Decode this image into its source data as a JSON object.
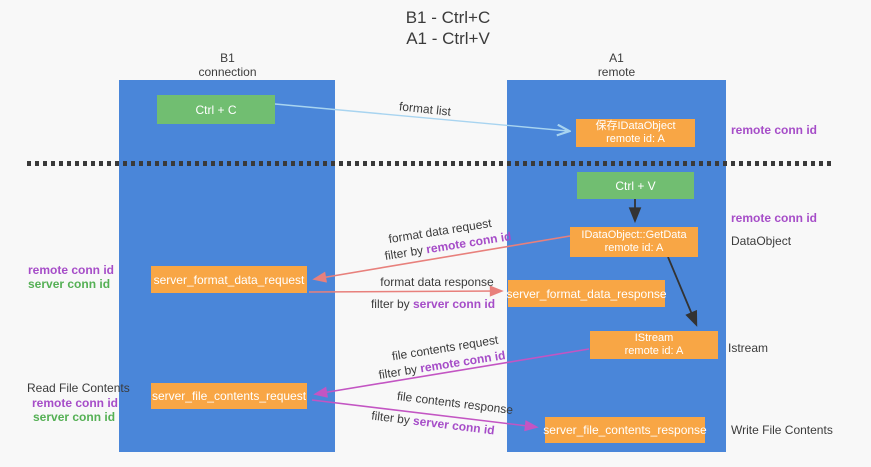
{
  "title": {
    "line1": "B1 - Ctrl+C",
    "line2": "A1 - Ctrl+V"
  },
  "columns": {
    "left": {
      "name": "B1",
      "role": "connection"
    },
    "right": {
      "name": "A1",
      "role": "remote"
    }
  },
  "boxes": {
    "ctrl_c": {
      "label": "Ctrl + C"
    },
    "ctrl_v": {
      "label": "Ctrl + V"
    },
    "save_dataobject": {
      "line1": "保存IDataObject",
      "line2": "remote id: A"
    },
    "getdata": {
      "line1": "IDataObject::GetData",
      "line2": "remote id: A"
    },
    "istream": {
      "line1": "IStream",
      "line2": "remote id: A"
    },
    "format_request": {
      "label": "server_format_data_request"
    },
    "format_response": {
      "label": "server_format_data_response"
    },
    "file_request": {
      "label": "server_file_contents_request"
    },
    "file_response": {
      "label": "server_file_contents_response"
    }
  },
  "flow_labels": {
    "format_list": "format list",
    "filter_by": "filter by",
    "remote_conn_id": "remote conn id",
    "server_conn_id": "server conn id",
    "format_request": "format data request",
    "format_response": "format data response",
    "file_request": "file contents request",
    "file_response": "file contents response"
  },
  "side_labels": {
    "remote_conn_id": "remote conn id",
    "server_conn_id": "server conn id",
    "read_file_contents": "Read File Contents",
    "write_file_contents": "Write File Contents",
    "data_object": "DataObject",
    "istream": "Istream"
  },
  "colors": {
    "background": "#f8f8f8",
    "column_blue": "#4a86d9",
    "box_green": "#71be71",
    "box_orange": "#f8a645",
    "arrow_blue": "#a8d4f0",
    "arrow_black": "#333333",
    "arrow_salmon": "#e8807c",
    "arrow_magenta": "#c355c3",
    "label_purple": "#a64dc8",
    "label_green": "#55b055",
    "dash_line": "#3a3a3a"
  }
}
